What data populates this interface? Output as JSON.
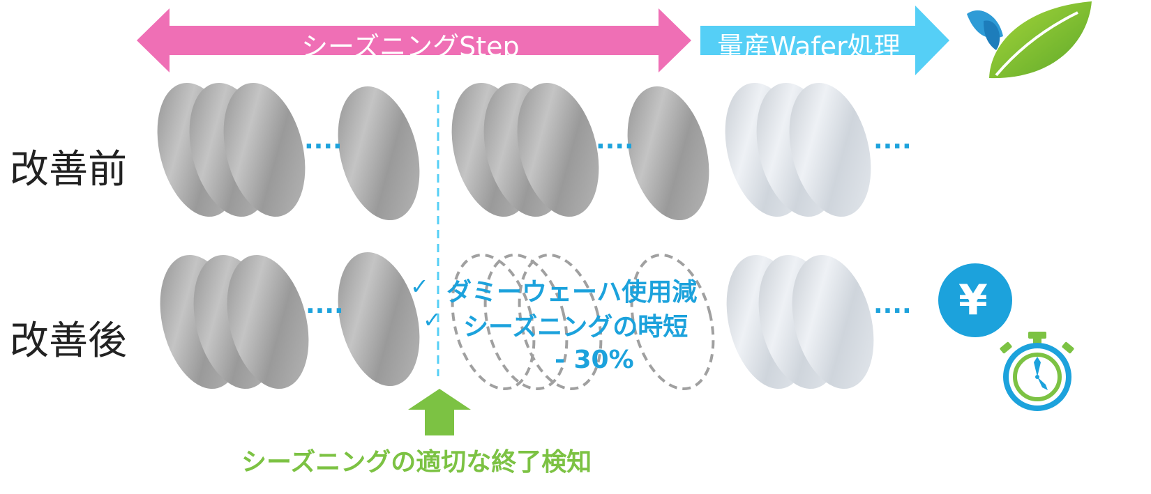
{
  "colors": {
    "pink": "#ef6fb5",
    "cyan": "#55cff6",
    "blue": "#1ca2dc",
    "green": "#7cc243",
    "text_dark": "#222222",
    "dash_gray": "#a0a0a0"
  },
  "header": {
    "seasoning_step_label": "シーズニングStep",
    "mass_production_label": "量産Wafer処理"
  },
  "rows": {
    "before_label": "改善前",
    "after_label": "改善後"
  },
  "ellipsis_text": "····",
  "benefits": {
    "check_symbol": "✓",
    "item1": "ダミーウェーハ使用減",
    "item2": "シーズニングの時短",
    "reduction": "- 30%"
  },
  "caption": "シーズニングの適切な終了検知",
  "icons": {
    "leaf": "leaf-icon",
    "yen": "yen-icon",
    "stopwatch": "stopwatch-icon",
    "yen_symbol": "¥"
  }
}
